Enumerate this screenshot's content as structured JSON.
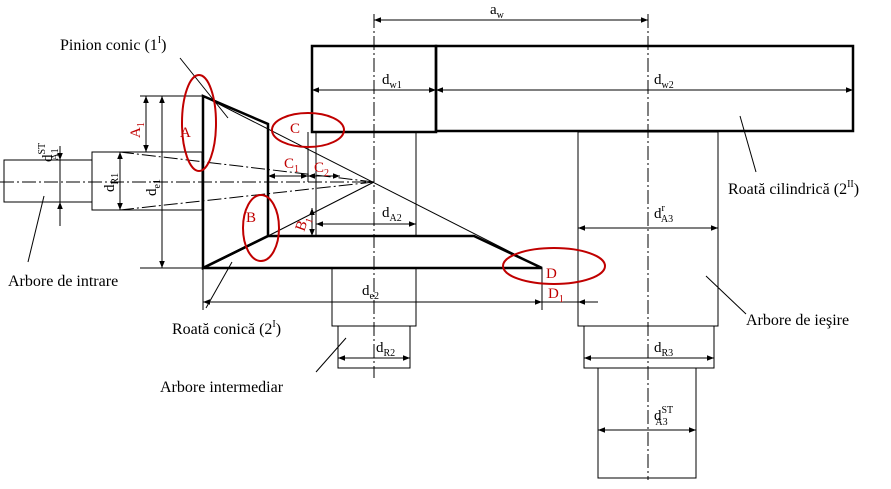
{
  "colors": {
    "line": "#000000",
    "accent": "#c00000",
    "background": "#ffffff"
  },
  "labels": {
    "pinion": "Pinion conic (1",
    "pinion_sup": "I",
    "pinion_end": ")",
    "wheel_cyl": "Roată cilindrică (2",
    "wheel_cyl_sup": "II",
    "wheel_cyl_end": ")",
    "wheel_conic": "Roată conică (2",
    "wheel_conic_sup": "I",
    "wheel_conic_end": ")",
    "shaft_in": "Arbore de intrare",
    "shaft_mid": "Arbore intermediar",
    "shaft_out": "Arbore de ieşire"
  },
  "dims": {
    "aw": "a",
    "aw_sub": "w",
    "dw1": "d",
    "dw1_sub": "w1",
    "dw2": "d",
    "dw2_sub": "w2",
    "dA1": "d",
    "dA1_sub": "A1",
    "dA1_sup": "ST",
    "dR1": "d",
    "dR1_sub": "R1",
    "de1": "d",
    "de1_sub": "e1",
    "dA2": "d",
    "dA2_sub": "A2",
    "de2": "d",
    "de2_sub": "e2",
    "dR2": "d",
    "dR2_sub": "R2",
    "dA3r": "d",
    "dA3r_sub": "A3",
    "dA3r_sup": "r",
    "dR3": "d",
    "dR3_sub": "R3",
    "dA3st": "d",
    "dA3st_sub": "A3",
    "dA3st_sup": "ST"
  },
  "zones": {
    "A": "A",
    "B": "B",
    "C": "C",
    "D": "D",
    "A1": "A",
    "A1_sub": "1",
    "B1": "B",
    "B1_sub": "1",
    "C1": "C",
    "C1_sub": "1",
    "C2": "C",
    "C2_sub": "2",
    "D1": "D",
    "D1_sub": "1"
  }
}
